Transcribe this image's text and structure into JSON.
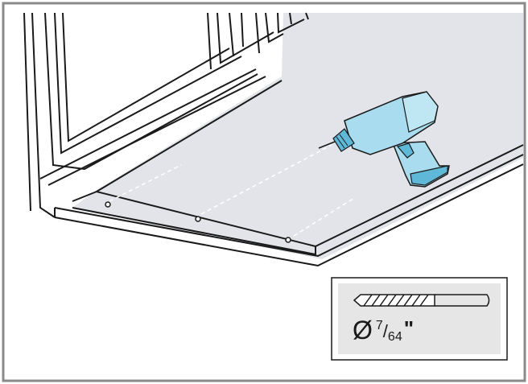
{
  "legend": {
    "diameter_symbol": "Ø",
    "fraction_numerator": "7",
    "fraction_slash": "/",
    "fraction_denominator": "64",
    "unit": "\""
  },
  "colors": {
    "frame": "#8a8a8a",
    "panel": "#e3e4ea",
    "drill": "#a8dcee",
    "drill_dark": "#5fb8d8",
    "legend_bg": "#e6e6e6",
    "line": "#1a1a1a"
  },
  "icons": [
    "drill-icon",
    "drill-bit-icon",
    "screw-hole-icon"
  ]
}
